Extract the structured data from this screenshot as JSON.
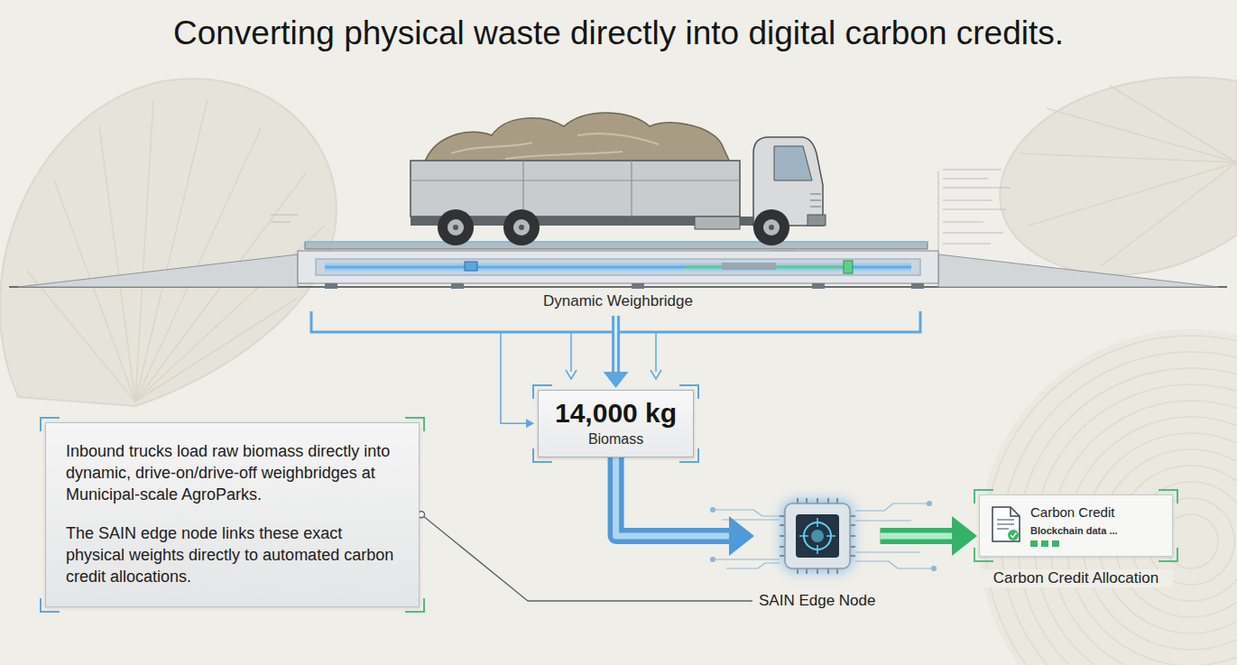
{
  "diagram": {
    "title": "Converting physical waste directly into digital carbon credits.",
    "nodes": [
      {
        "text": [
          "Dynamic Weighbridge"
        ]
      },
      {
        "text": [
          "14,000 kg",
          "Biomass"
        ]
      },
      {
        "text": [
          "Inbound trucks load raw biomass directly into dynamic, drive-on/drive-off weighbridges at Municipal-scale AgroParks.",
          "The SAIN edge node links these exact physical weights directly to automated carbon credit allocations."
        ]
      },
      {
        "text": [
          "SAIN Edge Node"
        ]
      },
      {
        "text": [
          "Carbon Credit",
          "Blockchain data ...",
          "Carbon Credit Allocation"
        ]
      }
    ],
    "edges": [
      {
        "from": 0,
        "to": 1,
        "arrow": "to"
      },
      {
        "from": 1,
        "to": 3,
        "arrow": "to"
      },
      {
        "from": 2,
        "to": 3,
        "arrow": "none"
      },
      {
        "from": 3,
        "to": 4,
        "arrow": "to"
      }
    ]
  }
}
